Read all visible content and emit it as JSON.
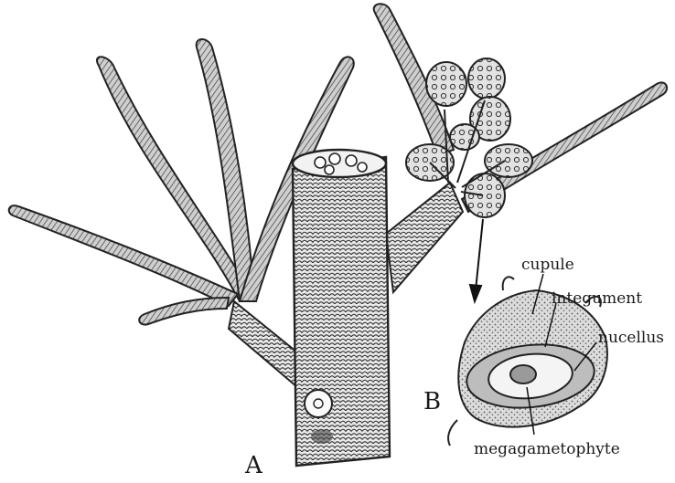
{
  "figure": {
    "panel_a_letter": "A",
    "panel_b_letter": "B",
    "labels": {
      "cupule": "cupule",
      "integument": "integument",
      "nucellus": "nucellus",
      "megagametophyte": "megagametophyte"
    }
  }
}
